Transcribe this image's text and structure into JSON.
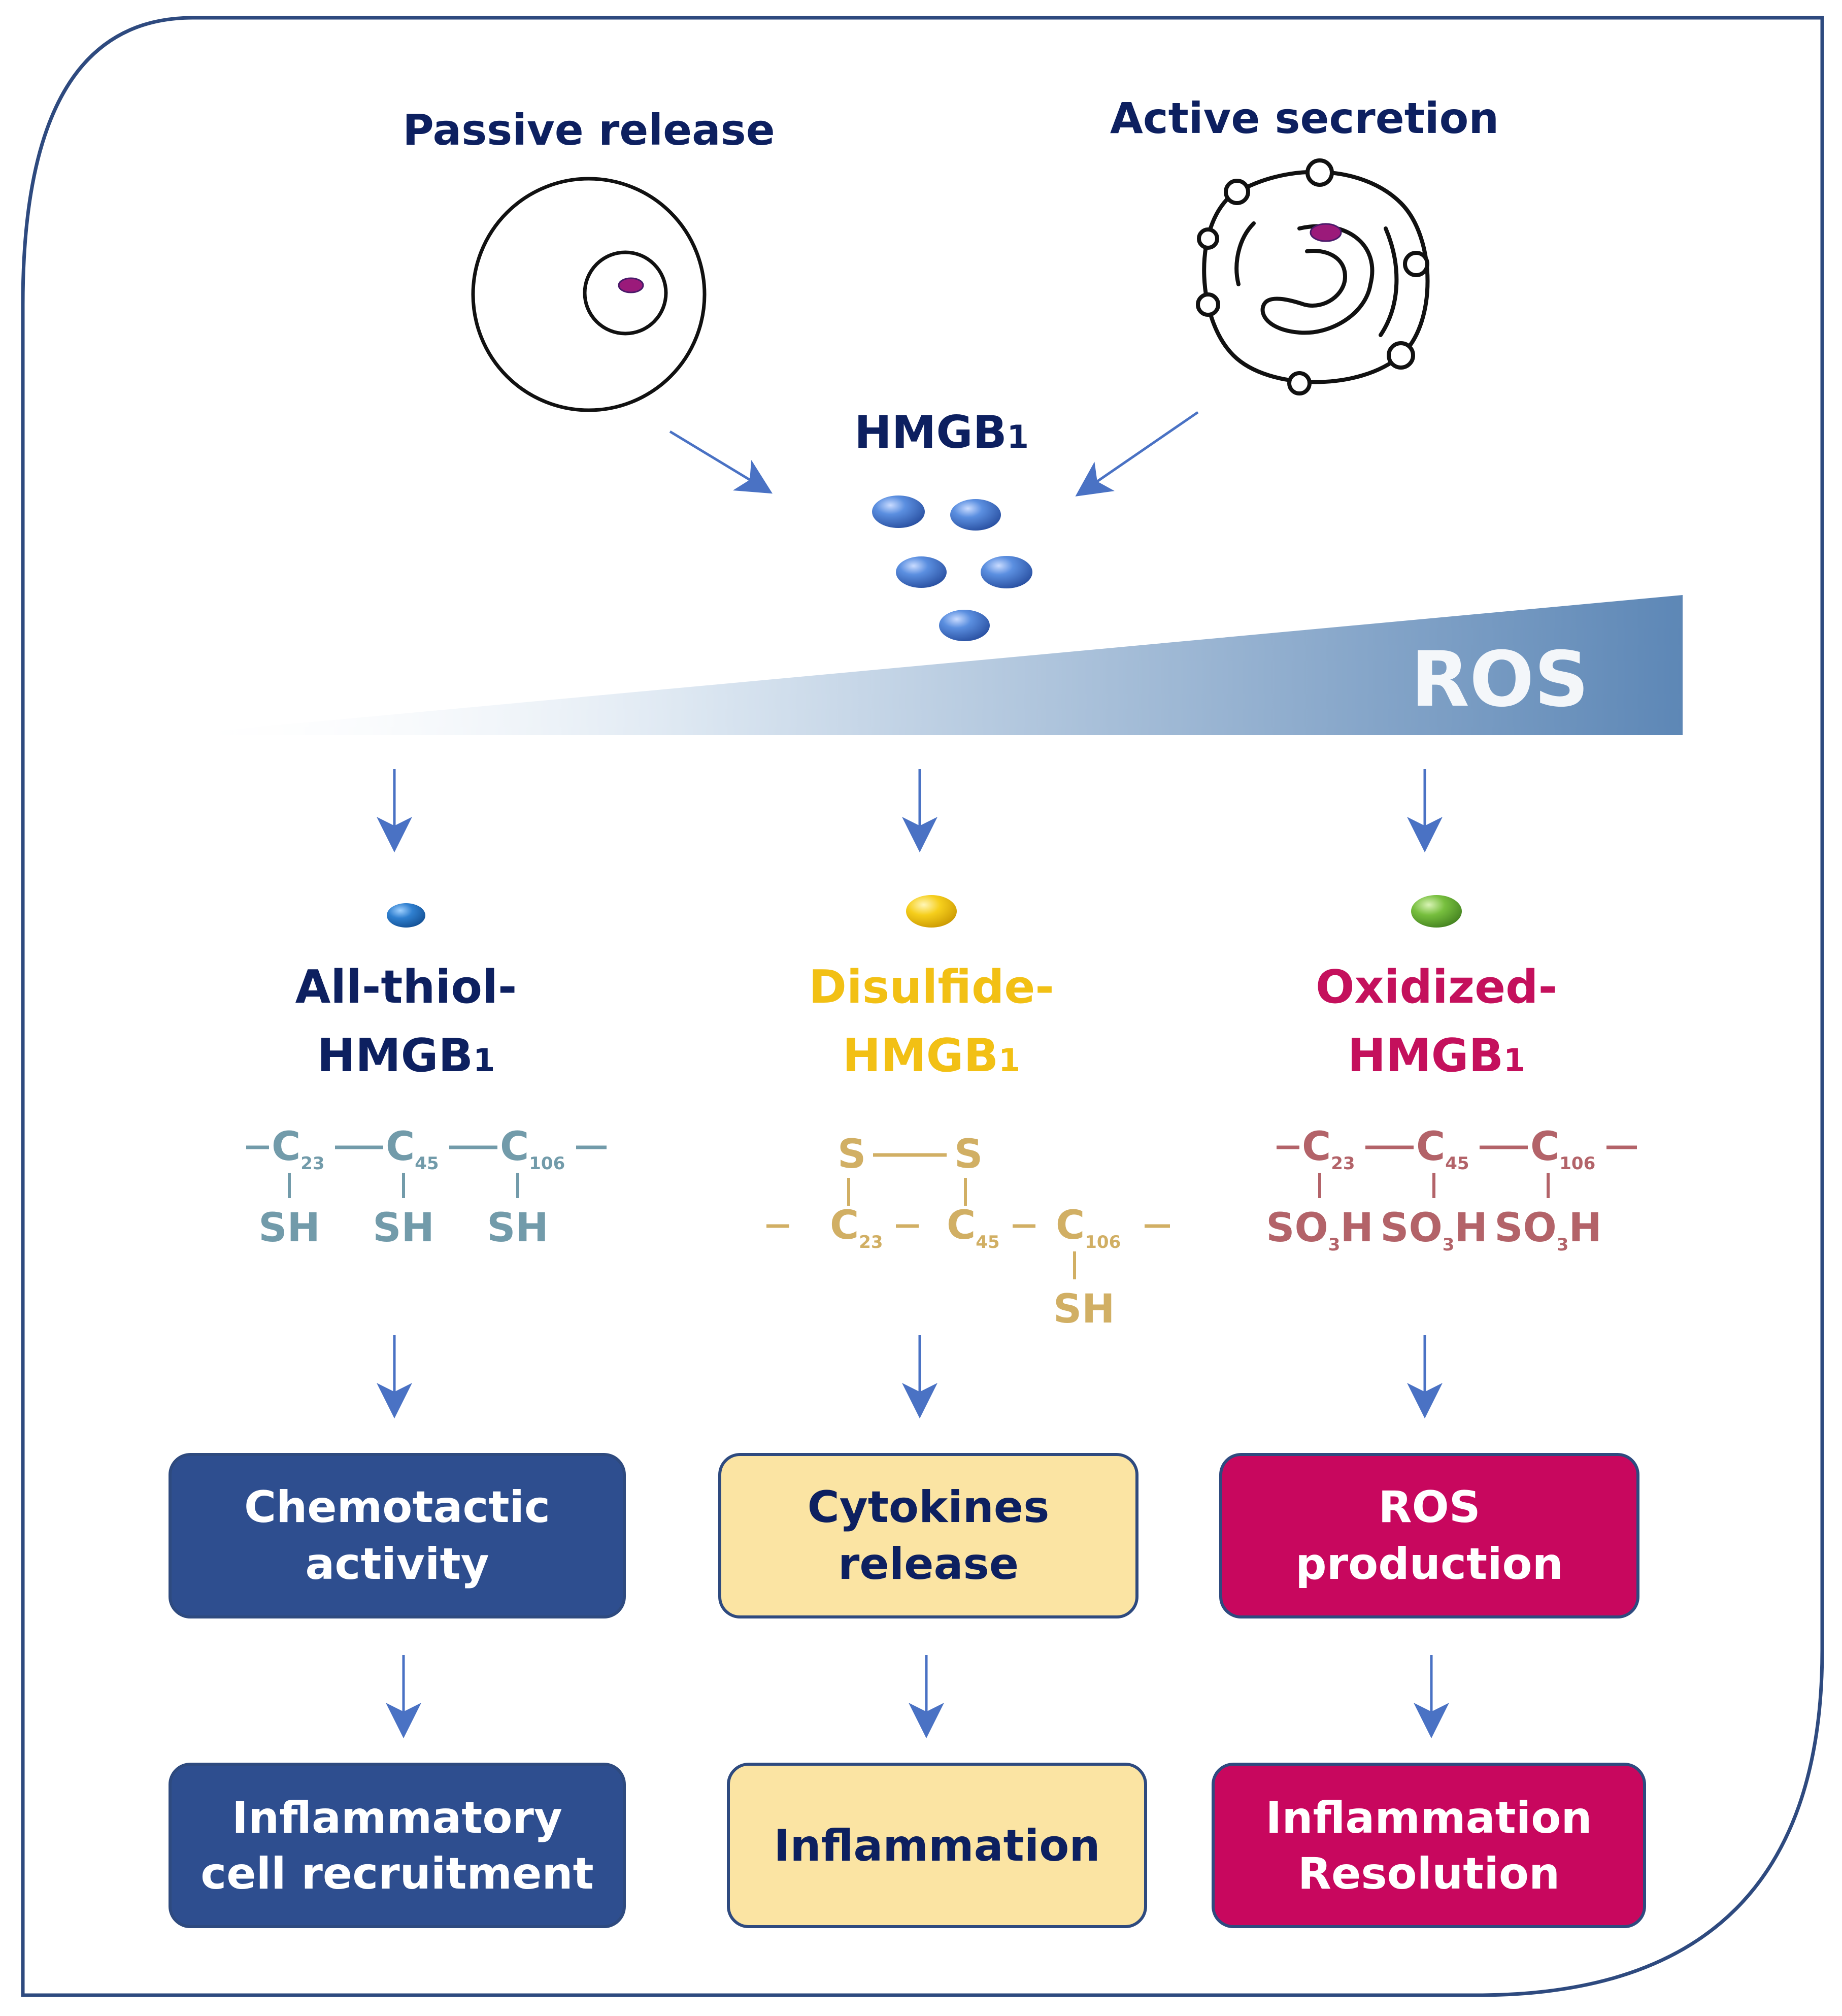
{
  "sources": {
    "passive_label": "Passive release",
    "active_label": "Active secretion"
  },
  "center": {
    "label_main": "HMGB",
    "label_sub": "1"
  },
  "gradient": {
    "label": "ROS"
  },
  "columns": [
    {
      "id": "all-thiol",
      "title_line1": "All-thiol-",
      "title_line2_main": "HMGB",
      "title_line2_sub": "1",
      "title_color": "#0d2060",
      "bead_color": "#2f7fcf",
      "chem": {
        "carbons": [
          {
            "label": "C",
            "sub": "23"
          },
          {
            "label": "C",
            "sub": "45"
          },
          {
            "label": "C",
            "sub": "106"
          }
        ],
        "groups": [
          "SH",
          "SH",
          "SH"
        ],
        "color": "#5a8a9c"
      },
      "box1": {
        "line1": "Chemotactic",
        "line2": "activity",
        "bg": "#2e4e8f",
        "fg": "#ffffff"
      },
      "box2": {
        "line1": "Inflammatory",
        "line2": "cell recruitment",
        "bg": "#2e4e8f",
        "fg": "#ffffff"
      }
    },
    {
      "id": "disulfide",
      "title_line1": "Disulfide-",
      "title_line2_main": "HMGB",
      "title_line2_sub": "1",
      "title_color": "#f2c014",
      "bead_color": "#f1c40f",
      "chem": {
        "top": [
          "S",
          "S"
        ],
        "carbons": [
          {
            "label": "C",
            "sub": "23"
          },
          {
            "label": "C",
            "sub": "45"
          },
          {
            "label": "C",
            "sub": "106"
          }
        ],
        "bottom": "SH",
        "color": "#c9a24a"
      },
      "box1": {
        "line1": "Cytokines",
        "line2": "release",
        "bg": "#fbe4a3",
        "fg": "#0d2060"
      },
      "box2": {
        "line1": "Inflammation",
        "line2": "",
        "bg": "#fbe4a3",
        "fg": "#0d2060"
      }
    },
    {
      "id": "oxidized",
      "title_line1": "Oxidized-",
      "title_line2_main": "HMGB",
      "title_line2_sub": "1",
      "title_color": "#c4105c",
      "bead_color": "#6fb83a",
      "chem": {
        "carbons": [
          {
            "label": "C",
            "sub": "23"
          },
          {
            "label": "C",
            "sub": "45"
          },
          {
            "label": "C",
            "sub": "106"
          }
        ],
        "groups": [
          "SO3H",
          "SO3H",
          "SO3H"
        ],
        "color": "#a6484f"
      },
      "box1": {
        "line1": "ROS",
        "line2": "production",
        "bg": "#c8075e",
        "fg": "#ffffff"
      },
      "box2": {
        "line1": "Inflammation",
        "line2": "Resolution",
        "bg": "#c8075e",
        "fg": "#ffffff"
      }
    }
  ],
  "colors": {
    "frame": "#2e4a7f",
    "arrow": "#4a72c4",
    "bead_blue": "#3f73c9",
    "nucleus_dot": "#9b1a7a",
    "gradient_start": "#ffffff",
    "gradient_end": "#5d87b6"
  }
}
